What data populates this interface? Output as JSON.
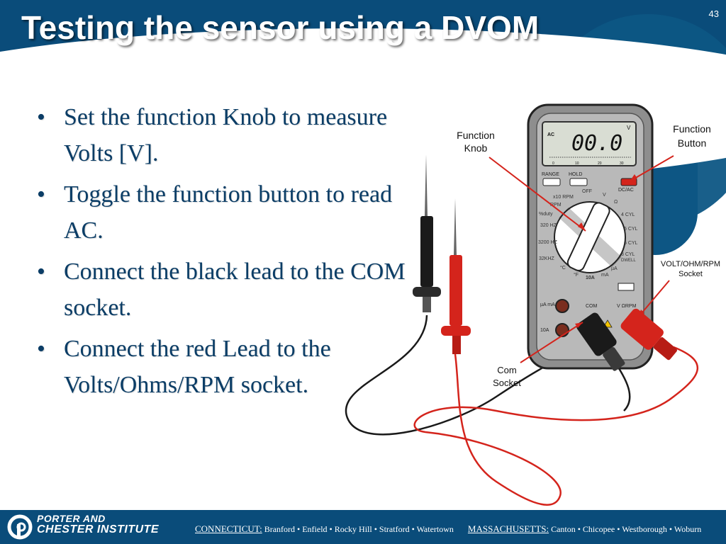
{
  "slide": {
    "title": "Testing the sensor using a DVOM",
    "page_number": "43",
    "bullets": [
      "Set the function Knob to measure Volts [V].",
      "Toggle the function button to read AC.",
      "Connect the black lead to the COM socket.",
      "Connect the red Lead to the Volts/Ohms/RPM socket."
    ],
    "bullet_symbol": "•"
  },
  "diagram": {
    "callouts": {
      "function_knob": [
        "Function",
        "Knob"
      ],
      "function_button": [
        "Function",
        "Button"
      ],
      "volt_ohm_rpm_socket": [
        "VOLT/OHM/RPM",
        "Socket"
      ],
      "com_socket": [
        "Com",
        "Socket"
      ]
    },
    "meter": {
      "display_reading": "00.0",
      "display_mode": "AC",
      "display_unit": "V",
      "scale_ticks": [
        "0",
        "10",
        "20",
        "30"
      ],
      "buttons": {
        "range": "RANGE",
        "hold": "HOLD",
        "dcac": "DC/AC"
      },
      "dial_labels": [
        "OFF",
        "V",
        "x10 RPM",
        "RPM",
        "%duty",
        "320 HZ",
        "3200 HZ",
        "32KHZ",
        "°C",
        "°F",
        "10A",
        "mA",
        "µA",
        "Ω",
        "4 CYL",
        "5 CYL",
        "6 CYL",
        "8 CYL",
        "DWELL"
      ],
      "jacks": {
        "ua_ma": "µA mA",
        "a10": "10A",
        "com": "COM",
        "v_rpm": "V ΩRPM"
      }
    },
    "colors": {
      "accent": "#0a4c7a",
      "red": "#e0201a",
      "callout_line": "#e0201a"
    }
  },
  "footer": {
    "institute_line1": "PORTER AND",
    "institute_line2": "CHESTER INSTITUTE",
    "ct_label": "CONNECTICUT:",
    "ct_locations": "Branford • Enfield • Rocky Hill • Stratford • Watertown",
    "ma_label": "MASSACHUSETTS:",
    "ma_locations": "Canton • Chicopee • Westborough • Woburn"
  }
}
